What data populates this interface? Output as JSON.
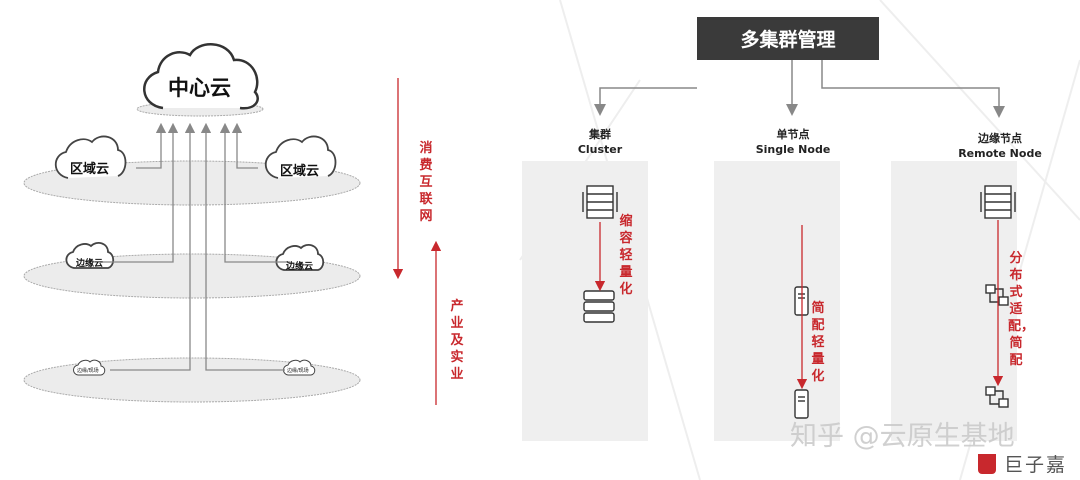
{
  "left": {
    "center_cloud": "中心云",
    "region_clouds": [
      "区域云",
      "区域云"
    ],
    "edge_clouds": [
      "边缘云",
      "边缘云"
    ],
    "site_clouds": [
      "边缘/现场",
      "边缘/现场"
    ],
    "down_label": "消费互联网",
    "up_label": "产业及实业"
  },
  "right": {
    "title": "多集群管理",
    "columns": [
      {
        "cn": "集群",
        "en": "Cluster",
        "note": "缩容轻量化"
      },
      {
        "cn": "单节点",
        "en": "Single Node",
        "note": "简配轻量化"
      },
      {
        "cn": "边缘节点",
        "en": "Remote Node",
        "note": "分布式适配，简配"
      }
    ]
  },
  "watermark": "知乎 @云原生基地",
  "logo_text": "巨子嘉",
  "colors": {
    "accent": "#c8282d",
    "title_bg": "#3a3a3a",
    "panel": "#efefef"
  }
}
